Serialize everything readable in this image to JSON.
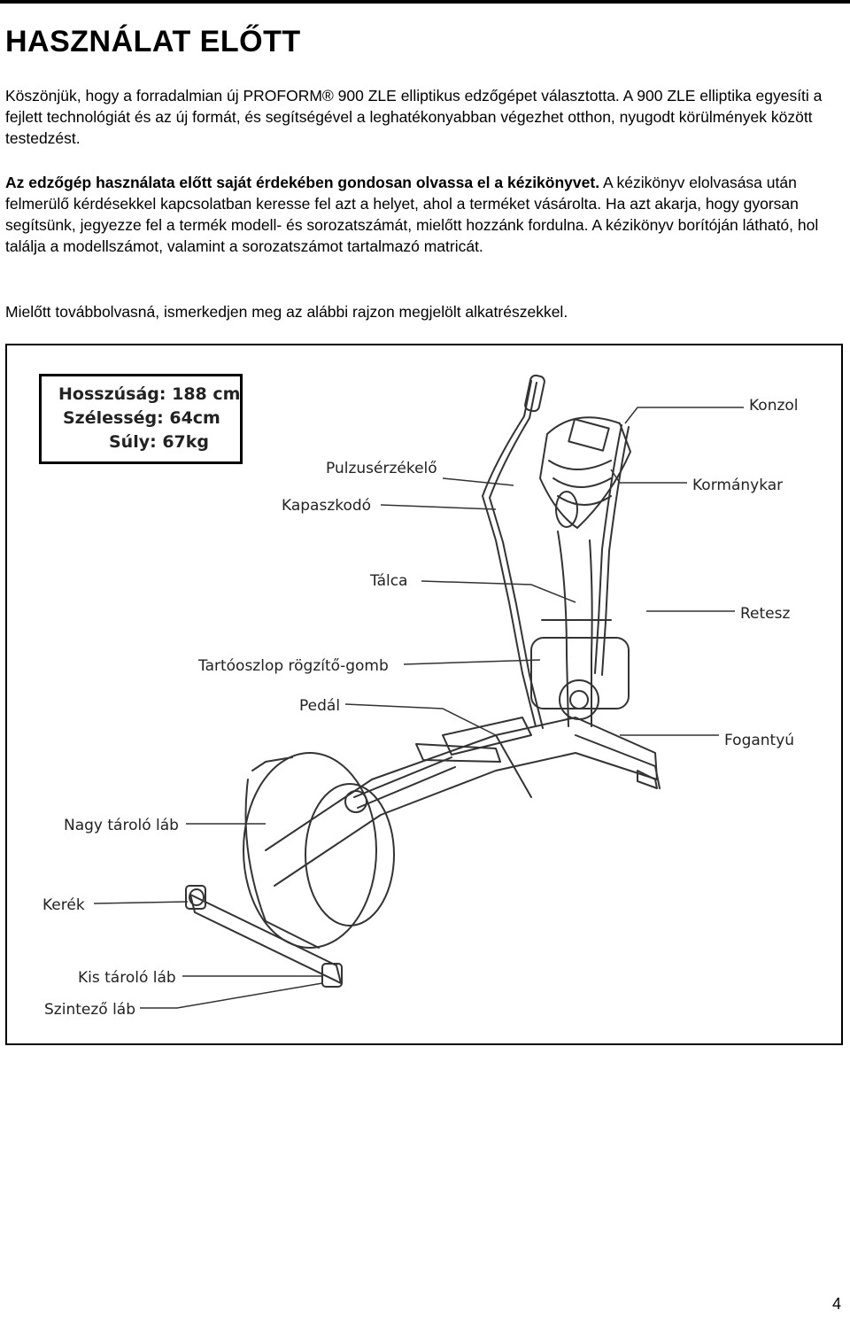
{
  "page": {
    "title": "HASZNÁLAT ELŐTT",
    "page_number": "4"
  },
  "paragraphs": {
    "p1": "Köszönjük, hogy a forradalmian új PROFORM® 900 ZLE elliptikus edzőgépet választotta.  A 900 ZLE elliptika egyesíti a fejlett technológiát és az új formát, és segítségével a leghatékonyabban végezhet otthon, nyugodt körülmények között testedzést.",
    "p2_bold": "Az edzőgép használata előtt saját érdekében gondosan olvassa el a kézikönyvet.",
    "p2_rest": " A kézikönyv elolvasása után felmerülő kérdésekkel kapcsolatban keresse fel azt a helyet, ahol a terméket vásárolta. Ha azt akarja, hogy gyorsan segítsünk, jegyezze fel a termék modell- és sorozatszámát, mielőtt hozzánk fordulna. A kézikönyv borítóján látható, hol találja a modellszámot, valamint a sorozatszámot tartalmazó matricát.",
    "p3": "Mielőtt továbbolvasná, ismerkedjen meg az alábbi rajzon megjelölt alkatrészekkel."
  },
  "specs": {
    "length": "Hosszúság: 188 cm",
    "width": "Szélesség: 64cm",
    "weight": "Súly: 67kg"
  },
  "labels": {
    "konzol": "Konzol",
    "pulzusérzékelő": "Pulzusérzékelő",
    "kormánykar": "Kormánykar",
    "kapaszkodó": "Kapaszkodó",
    "tálca": "Tálca",
    "retesz": "Retesz",
    "tartóoszlop": "Tartóoszlop rögzítő-gomb",
    "pedál": "Pedál",
    "fogantyú": "Fogantyú",
    "nagy_tároló_láb": "Nagy tároló láb",
    "kerék": "Kerék",
    "kis_tároló_láb": "Kis tároló láb",
    "szintező_láb": "Szintező láb"
  }
}
